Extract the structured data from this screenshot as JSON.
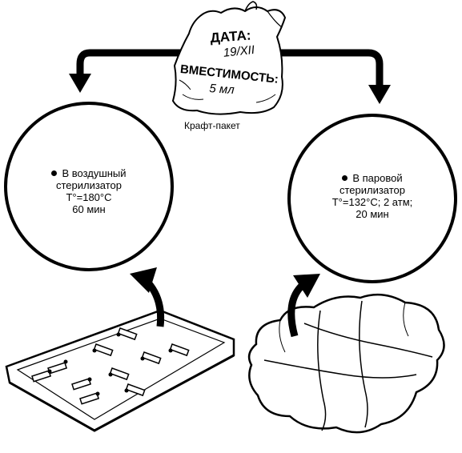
{
  "bag": {
    "date_label": "ДАТА:",
    "date_value": "19/XII",
    "capacity_label": "ВМЕСТИМОСТЬ:",
    "capacity_value": "5 мл",
    "caption": "Крафт-пакет"
  },
  "air_sterilizer": {
    "line1": "В воздушный",
    "line2": "стерилизатор",
    "line3": "Т°=180°С",
    "line4": "60 мин"
  },
  "steam_sterilizer": {
    "line1": "В паровой",
    "line2": "стерилизатор",
    "line3": "Т°=132°С; 2 атм;",
    "line4": "20 мин"
  }
}
